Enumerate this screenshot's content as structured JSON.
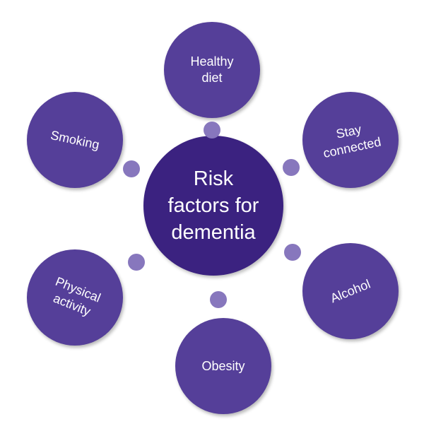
{
  "center": {
    "label": "Risk\nfactors for\ndementia"
  },
  "factors": [
    {
      "label": "Healthy\ndiet"
    },
    {
      "label": "Stay\nconnected"
    },
    {
      "label": "Smoking"
    },
    {
      "label": "Physical\nactivity"
    },
    {
      "label": "Alcohol"
    },
    {
      "label": "Obesity"
    }
  ],
  "colors": {
    "center_circle": "#3b2280",
    "factor_circle": "#553f99",
    "connector_dot": "#8777bd",
    "text": "#ffffff"
  }
}
